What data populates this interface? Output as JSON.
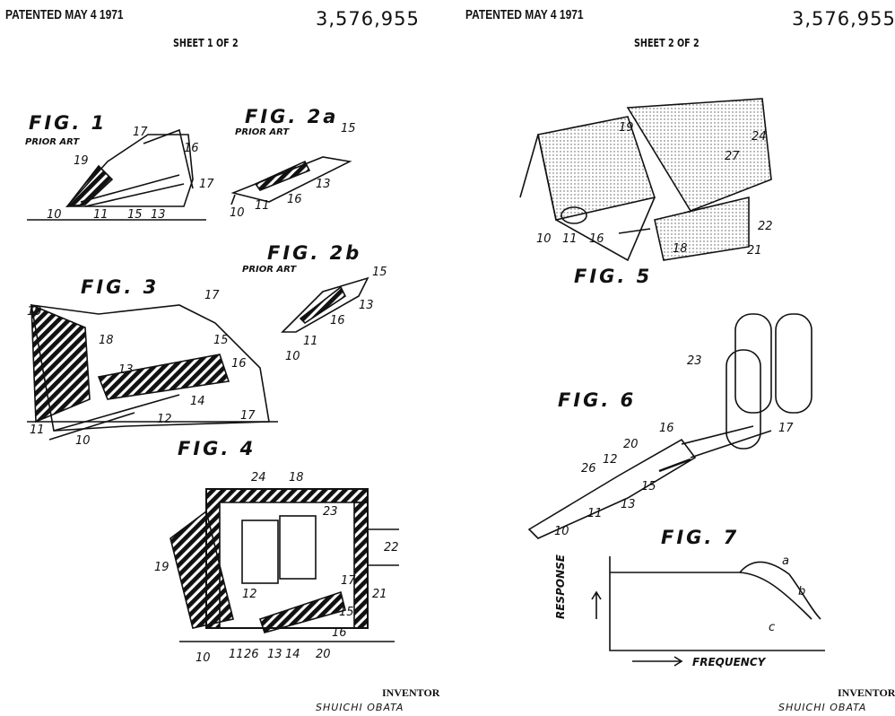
{
  "sheet1": {
    "patented": "PATENTED MAY 4 1971",
    "patent_number": "3,576,955",
    "sheet": "SHEET 1 OF 2",
    "inventor_label": "INVENTOR",
    "inventor_name": "SHUICHI OBATA",
    "fig1": {
      "title": "FIG. 1",
      "note": "PRIOR ART",
      "refs": [
        "17",
        "16",
        "19",
        "17",
        "10",
        "11",
        "15",
        "13"
      ]
    },
    "fig2a": {
      "title": "FIG. 2a",
      "note": "PRIOR ART",
      "refs": [
        "15",
        "13",
        "10",
        "11",
        "16"
      ]
    },
    "fig2b": {
      "title": "FIG. 2b",
      "note": "PRIOR ART",
      "refs": [
        "15",
        "13",
        "16",
        "11",
        "10"
      ]
    },
    "fig3": {
      "title": "FIG. 3",
      "refs": [
        "17",
        "19",
        "18",
        "15",
        "13",
        "16",
        "14",
        "12",
        "17",
        "11",
        "10"
      ]
    },
    "fig4": {
      "title": "FIG. 4",
      "refs": [
        "24",
        "18",
        "23",
        "19",
        "22",
        "12",
        "17",
        "21",
        "15",
        "16",
        "10",
        "11",
        "26",
        "13",
        "14",
        "20"
      ]
    }
  },
  "sheet2": {
    "patented": "PATENTED MAY 4 1971",
    "patent_number": "3,576,955",
    "sheet": "SHEET 2 OF 2",
    "inventor_label": "INVENTOR",
    "inventor_name": "SHUICHI OBATA",
    "fig5": {
      "title": "FIG. 5",
      "refs": [
        "19",
        "24",
        "27",
        "22",
        "10",
        "11",
        "16",
        "18",
        "21"
      ]
    },
    "fig6": {
      "title": "FIG. 6",
      "refs": [
        "23",
        "17",
        "16",
        "20",
        "12",
        "26",
        "15",
        "13",
        "11",
        "10"
      ]
    },
    "fig7": {
      "title": "FIG. 7",
      "ylabel": "RESPONSE",
      "xlabel": "FREQUENCY",
      "curves": [
        "a",
        "b",
        "c"
      ]
    }
  }
}
